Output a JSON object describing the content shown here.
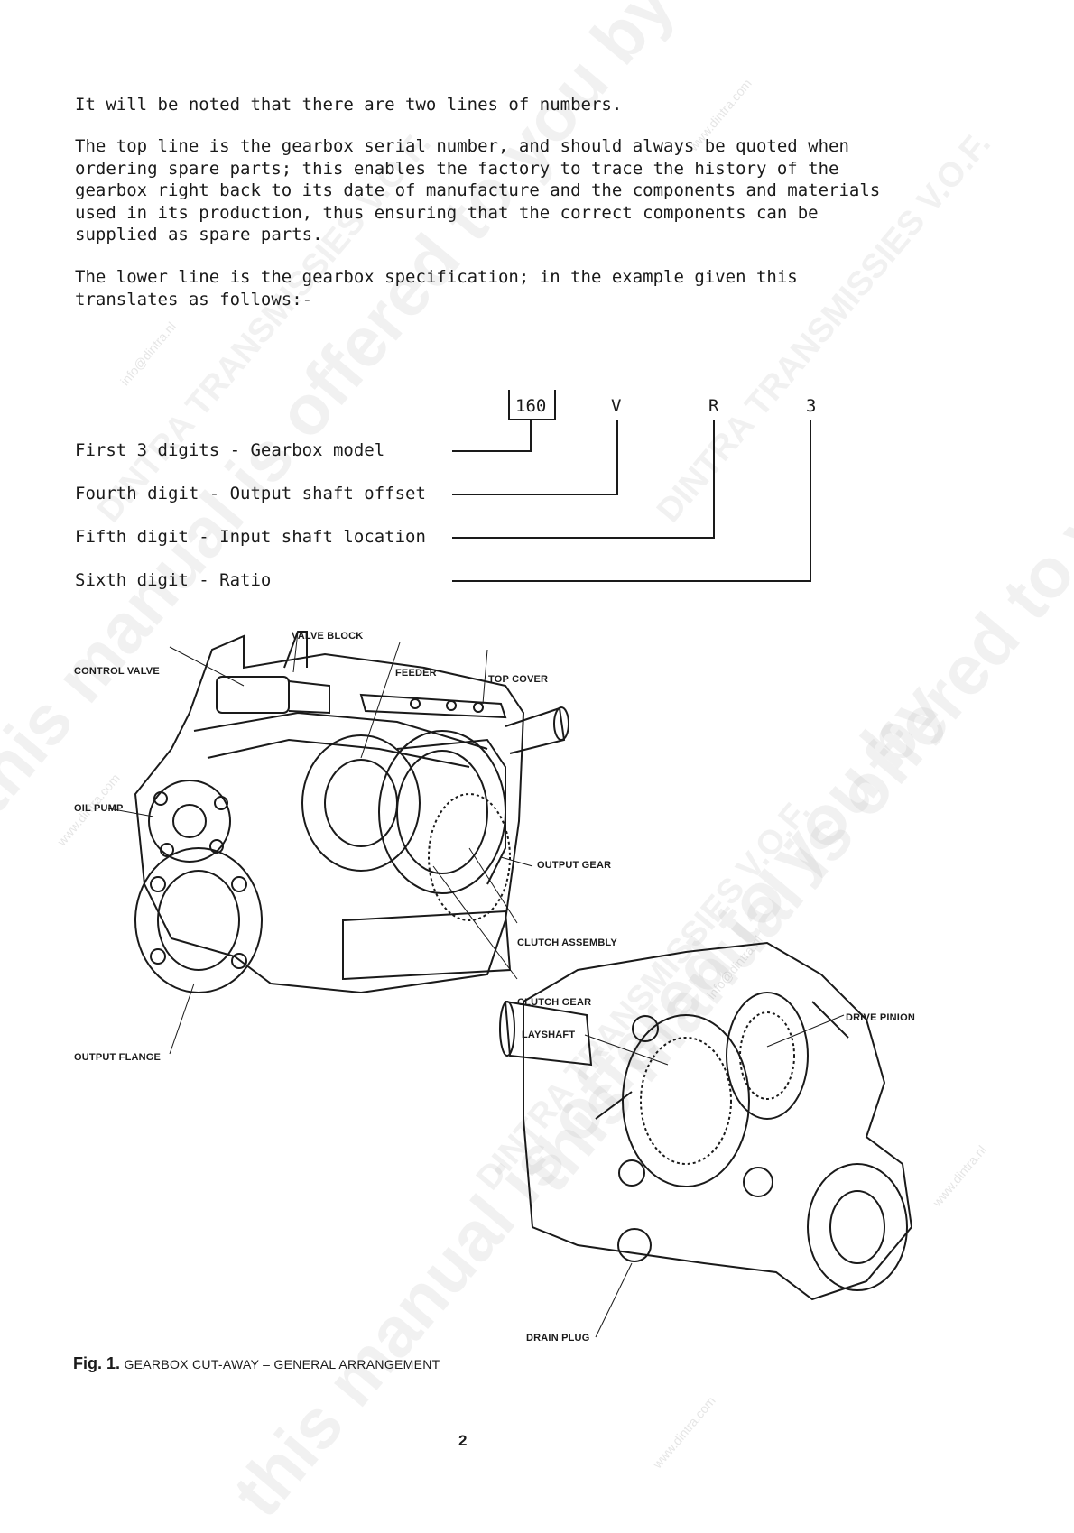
{
  "paragraphs": [
    "It will be noted that there are two lines of numbers.",
    "The top line is the gearbox serial number, and should always be quoted when\nordering spare parts; this enables the factory to trace the history of the\ngearbox right back to its date of manufacture and the components and materials\nused in its production, thus ensuring that the correct components can be\nsupplied as spare parts.",
    "The lower line is the gearbox specification; in the example given this\ntranslates as follows:-"
  ],
  "spec": {
    "code_model": "160",
    "code_offset": "V",
    "code_location": "R",
    "code_ratio": "3",
    "labels": [
      "First 3 digits - Gearbox model",
      "Fourth digit - Output shaft offset",
      "Fifth digit - Input shaft location",
      "Sixth digit - Ratio"
    ]
  },
  "figure": {
    "callouts": {
      "valve_block": "VALVE BLOCK",
      "control_valve": "CONTROL VALVE",
      "feeder": "FEEDER",
      "top_cover": "TOP COVER",
      "oil_pump": "OIL PUMP",
      "output_gear": "OUTPUT GEAR",
      "clutch_assembly": "CLUTCH ASSEMBLY",
      "clutch_gear": "CLUTCH GEAR",
      "layshaft": "LAYSHAFT",
      "drive_pinion": "DRIVE PINION",
      "output_flange": "OUTPUT FLANGE",
      "drain_plug": "DRAIN PLUG"
    },
    "caption_number": "Fig. 1.",
    "caption_text": "GEARBOX CUT-AWAY – GENERAL ARRANGEMENT"
  },
  "page_number": "2",
  "watermark": {
    "large": [
      "this manual is offered to you by",
      "DINTRA TRANSMISSIES V.O.F."
    ],
    "small": [
      "www.dintra.com",
      "info@dintra.nl",
      "www.dintra.nl"
    ]
  }
}
